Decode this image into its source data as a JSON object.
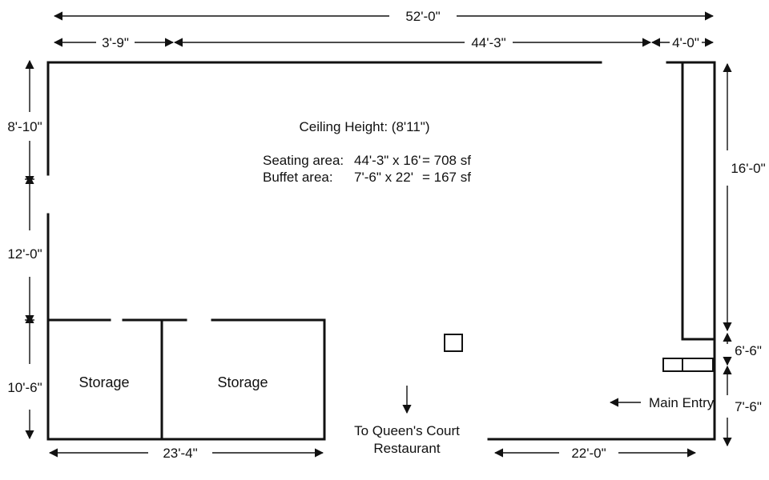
{
  "dimensions": {
    "overall_width": "52'-0\"",
    "left_segment": "3'-9\"",
    "center_segment": "44'-3\"",
    "right_segment": "4'-0\"",
    "left_upper": "8'-10\"",
    "left_middle": "12'-0\"",
    "left_lower": "10'-6\"",
    "right_upper": "16'-0\"",
    "right_middle": "6'-6\"",
    "right_lower": "7'-6\"",
    "bottom_storage": "23'-4\"",
    "bottom_entry": "22'-0\""
  },
  "notes": {
    "ceiling": "Ceiling Height: (8'11\")",
    "seating_label": "Seating area:",
    "seating_dims": "44'-3\" x 16'",
    "seating_area": "= 708 sf",
    "buffet_label": "Buffet area:",
    "buffet_dims": "7'-6\" x 22'",
    "buffet_area": "= 167 sf"
  },
  "rooms": {
    "storage_left": "Storage",
    "storage_right": "Storage"
  },
  "labels": {
    "restaurant_line1": "To Queen's Court",
    "restaurant_line2": "Restaurant",
    "main_entry": "Main Entry"
  }
}
